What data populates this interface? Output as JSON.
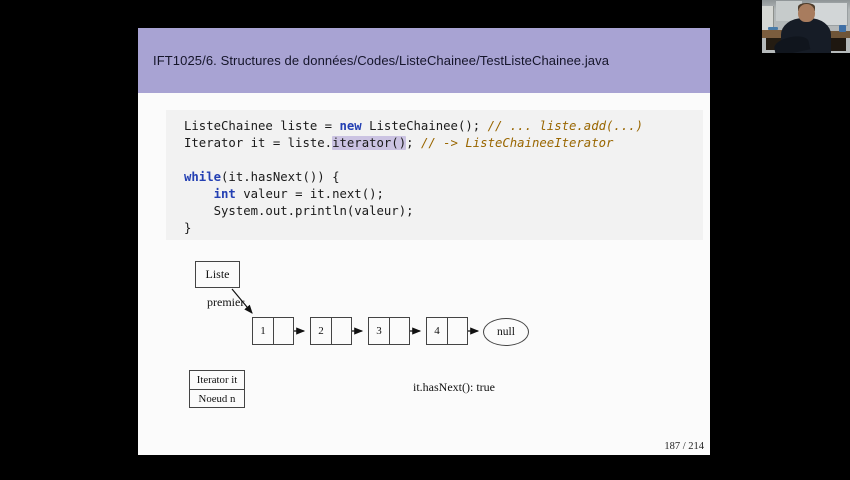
{
  "slide": {
    "header_title": "IFT1025/6. Structures de données/Codes/ListeChainee/TestListeChainee.java",
    "page_indicator": "187 / 214",
    "code": {
      "lines": [
        [
          {
            "t": "ListeChainee liste = "
          },
          {
            "t": "new",
            "c": "kw"
          },
          {
            "t": " ListeChainee(); "
          },
          {
            "t": "// ... liste.add(...)",
            "c": "cm"
          }
        ],
        [
          {
            "t": "Iterator it = liste."
          },
          {
            "t": "iterator()",
            "c": "hl"
          },
          {
            "t": "; "
          },
          {
            "t": "// -> ListeChaineeIterator",
            "c": "cm"
          }
        ],
        [],
        [
          {
            "t": "while",
            "c": "kw"
          },
          {
            "t": "(it.hasNext()) {"
          }
        ],
        [
          {
            "t": "    "
          },
          {
            "t": "int",
            "c": "kw"
          },
          {
            "t": " valeur = it.next();"
          }
        ],
        [
          {
            "t": "    System.out.println(valeur);"
          }
        ],
        [
          {
            "t": "}"
          }
        ]
      ]
    },
    "diagram": {
      "liste_label": "Liste",
      "premier_label": "premier",
      "nodes": [
        "1",
        "2",
        "3",
        "4"
      ],
      "null_label": "null",
      "iterator_rows": [
        "Iterator it",
        "Noeud n"
      ],
      "status_text": "it.hasNext(): true"
    }
  },
  "webcam": {
    "description": "presenter-video-thumbnail"
  },
  "colors": {
    "screen_bg": "#000000",
    "slide_bg": "#fbfbfb",
    "header_bg": "#a8a3d3",
    "code_bg": "#f2f2f2",
    "keyword": "#2440b3",
    "comment": "#996600",
    "highlight_bg": "#cbc3e2"
  }
}
